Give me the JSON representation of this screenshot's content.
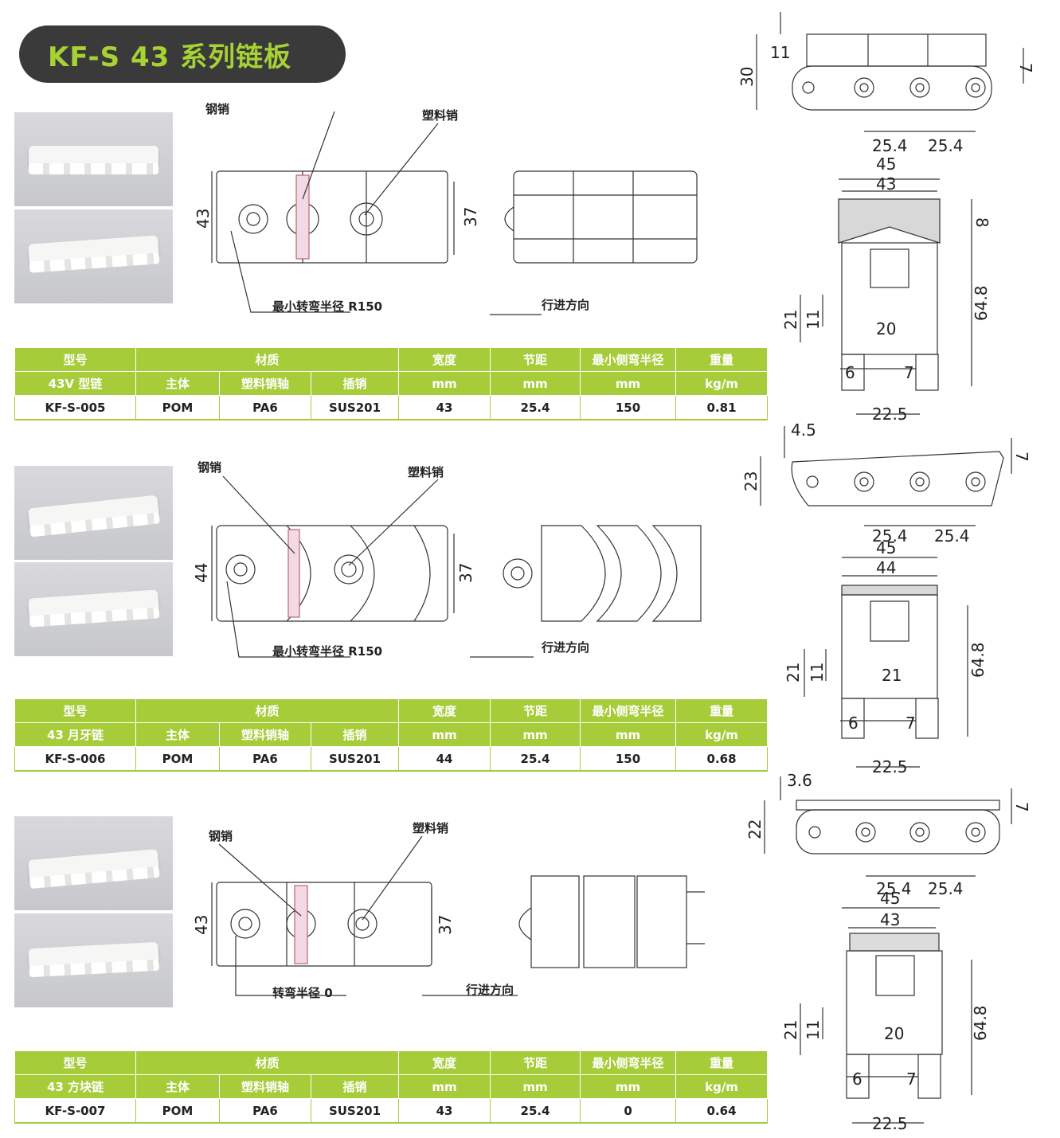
{
  "title": "KF-S 43 系列链板",
  "colors": {
    "accent": "#a6cc3a",
    "title_bg": "#3a3a3a",
    "title_text": "#a6d234"
  },
  "labels": {
    "steel_pin": "钢销",
    "plastic_pin": "塑料销",
    "direction": "行进方向"
  },
  "header": {
    "model": "型号",
    "material": "材质",
    "width": "宽度",
    "pitch": "节距",
    "min_side_radius": "最小侧弯半径",
    "weight": "重量",
    "body": "主体",
    "plastic_pin_axis": "塑料销轴",
    "insert_pin": "插销",
    "mm": "mm",
    "kgm": "kg/m"
  },
  "products": [
    {
      "type_name": "43V 型链",
      "model": "KF-S-005",
      "body": "POM",
      "pin_axis": "PA6",
      "insert_pin": "SUS201",
      "width": "43",
      "pitch": "25.4",
      "min_radius": "150",
      "weight": "0.81",
      "turn_label": "最小转弯半径 R150",
      "plan": {
        "h_left": "43",
        "h_right": "37"
      },
      "side": {
        "top": "11",
        "height": "30",
        "right": "7",
        "p1": "25.4",
        "p2": "25.4"
      },
      "section": {
        "outer": "45",
        "inner": "43",
        "top_r": "8",
        "left_a": "21",
        "left_b": "11",
        "mid": "20",
        "height": "64.8",
        "a": "6",
        "b": "7",
        "bottom": "22.5"
      }
    },
    {
      "type_name": "43 月牙链",
      "model": "KF-S-006",
      "body": "POM",
      "pin_axis": "PA6",
      "insert_pin": "SUS201",
      "width": "44",
      "pitch": "25.4",
      "min_radius": "150",
      "weight": "0.68",
      "turn_label": "最小转弯半径 R150",
      "plan": {
        "h_left": "44",
        "h_right": "37"
      },
      "side": {
        "top": "4.5",
        "height": "23",
        "right": "7",
        "p1": "25.4",
        "p2": "25.4"
      },
      "section": {
        "outer": "45",
        "inner": "44",
        "top_r": "",
        "left_a": "21",
        "left_b": "11",
        "mid": "21",
        "height": "64.8",
        "a": "6",
        "b": "7",
        "bottom": "22.5"
      }
    },
    {
      "type_name": "43 方块链",
      "model": "KF-S-007",
      "body": "POM",
      "pin_axis": "PA6",
      "insert_pin": "SUS201",
      "width": "43",
      "pitch": "25.4",
      "min_radius": "0",
      "weight": "0.64",
      "turn_label": "转弯半径 0",
      "plan": {
        "h_left": "43",
        "h_right": "37"
      },
      "side": {
        "top": "3.6",
        "height": "22",
        "right": "7",
        "p1": "25.4",
        "p2": "25.4"
      },
      "section": {
        "outer": "45",
        "inner": "43",
        "top_r": "",
        "left_a": "21",
        "left_b": "11",
        "mid": "20",
        "height": "64.8",
        "a": "6",
        "b": "7",
        "bottom": "22.5"
      }
    }
  ]
}
